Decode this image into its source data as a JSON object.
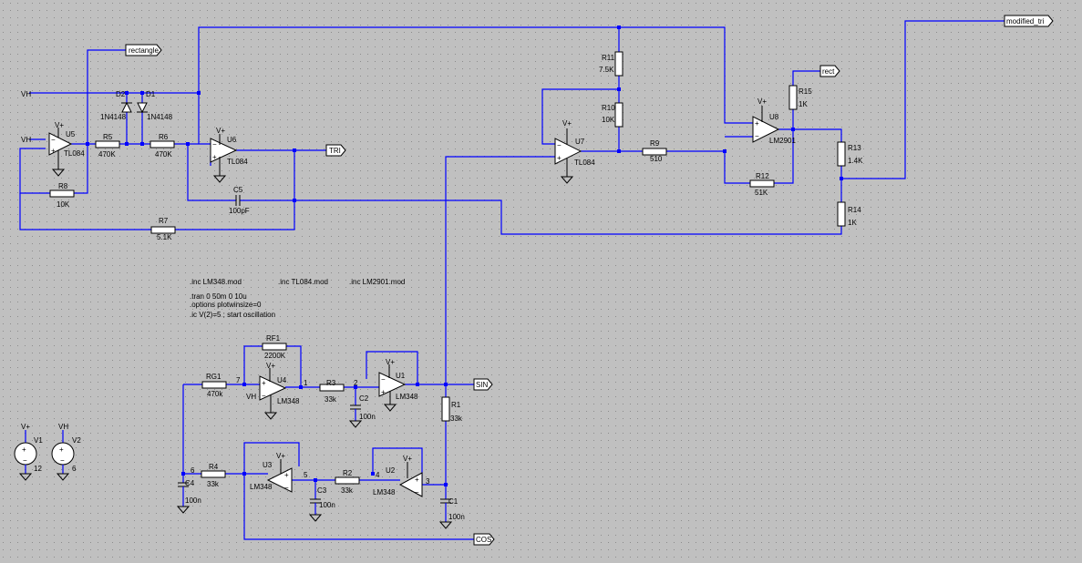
{
  "colors": {
    "background": "#c0c0c0",
    "grid_dot": "#8c8c8c",
    "wire": "#0000ff",
    "component": "#000000"
  },
  "net_labels": {
    "rectangle": "rectangle",
    "tri": "TRI",
    "rect": "rect",
    "modified_tri": "modified_tri",
    "sin": "SIN",
    "cos": "COS",
    "vh_top": "VH",
    "vh_u5": "VH",
    "vh_u4": "VH"
  },
  "power": {
    "vplus": "V+",
    "vh": "VH"
  },
  "opamps": {
    "U5": {
      "name": "U5",
      "model": "TL084"
    },
    "U6": {
      "name": "U6",
      "model": "TL084"
    },
    "U7": {
      "name": "U7",
      "model": "TL084"
    },
    "U8": {
      "name": "U8",
      "model": "LM2901"
    },
    "U4": {
      "name": "U4",
      "model": "LM348"
    },
    "U1": {
      "name": "U1",
      "model": "LM348"
    },
    "U3": {
      "name": "U3",
      "model": "LM348"
    },
    "U2": {
      "name": "U2",
      "model": "LM348"
    }
  },
  "resistors": {
    "R5": {
      "name": "R5",
      "value": "470K"
    },
    "R6": {
      "name": "R6",
      "value": "470K"
    },
    "R8": {
      "name": "R8",
      "value": "10K"
    },
    "R7": {
      "name": "R7",
      "value": "5.1K"
    },
    "R11": {
      "name": "R11",
      "value": "7.5K"
    },
    "R10": {
      "name": "R10",
      "value": "10K"
    },
    "R9": {
      "name": "R9",
      "value": "510"
    },
    "R15": {
      "name": "R15",
      "value": "1K"
    },
    "R12": {
      "name": "R12",
      "value": "51K"
    },
    "R13": {
      "name": "R13",
      "value": "1.4K"
    },
    "R14": {
      "name": "R14",
      "value": "1K"
    },
    "RF1": {
      "name": "RF1",
      "value": "2200K"
    },
    "RG1": {
      "name": "RG1",
      "value": "470k"
    },
    "R3": {
      "name": "R3",
      "value": "33k"
    },
    "R1": {
      "name": "R1",
      "value": "33k"
    },
    "R4": {
      "name": "R4",
      "value": "33k"
    },
    "R2": {
      "name": "R2",
      "value": "33k"
    }
  },
  "capacitors": {
    "C5": {
      "name": "C5",
      "value": "100pF"
    },
    "C2": {
      "name": "C2",
      "value": "100n"
    },
    "C4": {
      "name": "C4",
      "value": "100n"
    },
    "C3": {
      "name": "C3",
      "value": "100n"
    },
    "C1": {
      "name": "C1",
      "value": "100n"
    }
  },
  "diodes": {
    "D2": {
      "name": "D2",
      "model": "1N4148"
    },
    "D1": {
      "name": "D1",
      "model": "1N4148"
    }
  },
  "sources": {
    "V1": {
      "name": "V1",
      "value": "12"
    },
    "V2": {
      "name": "V2",
      "value": "6"
    }
  },
  "nodes": {
    "n7": "7",
    "n1": "1",
    "n2": "2",
    "n6": "6",
    "n5": "5",
    "n4": "4",
    "n3": "3"
  },
  "directives": {
    "inc_lm348": ".inc LM348.mod",
    "inc_tl084": ".inc TL084.mod",
    "inc_lm2901": ".inc LM2901.mod",
    "tran": ".tran 0 50m 0 10u",
    "options": ".options plotwinsize=0",
    "ic": ".ic V(2)=5 ; start oscillation"
  }
}
